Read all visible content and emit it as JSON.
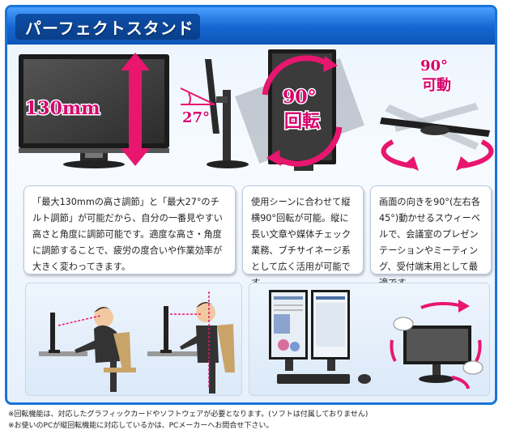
{
  "title": "パーフェクトスタンド",
  "labels": {
    "height": "130mm",
    "tilt": "27°",
    "pivot_number": "90°",
    "pivot_word": "回転",
    "swivel_number": "90°",
    "swivel_word": "可動"
  },
  "panels": [
    "「最大130mmの高さ調節」と「最大27°のチルト調節」が可能だから、自分の一番見やすい高さと角度に調節可能です。適度な高さ・角度に調節することで、疲労の度合いや作業効率が大きく変わってきます。",
    "使用シーンに合わせて縦横90°回転が可能。縦に長い文章や媒体チェック業務、ブチサイネージ系として広く活用が可能です。",
    "画面の向きを90°(左右各45°)動かせるスウィーベルで、会議室のプレゼンテーションやミーティング、受付端末用として最適です。"
  ],
  "notes": [
    "※回転機能は、対応したグラフィックカードやソフトウェアが必要となります。(ソフトは付属しておりません)",
    "※お使いのPCが縦回転機能に対応しているかは、PCメーカーへお問合せ下さい。"
  ],
  "colors": {
    "accent": "#e8166f",
    "header": "#1466d0"
  }
}
